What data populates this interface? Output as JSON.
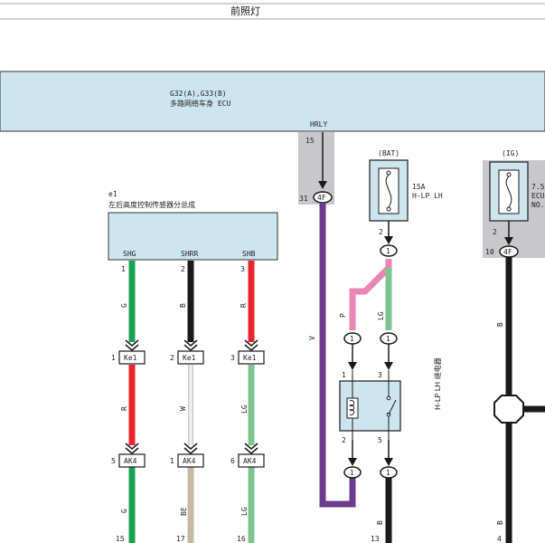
{
  "header": {
    "title": "前照灯"
  },
  "ecu": {
    "code": "G32(A),G33(B)",
    "name": "多路网络车身 ECU",
    "terminal": "HRLY",
    "pin": "15",
    "connector": "4F",
    "connector_pin": "31"
  },
  "sensor": {
    "code": "e1",
    "name": "左后高度控制传感器分总成",
    "pins": [
      {
        "name": "SHG",
        "num": "1"
      },
      {
        "name": "SHRR",
        "num": "2"
      },
      {
        "name": "SHB",
        "num": "3"
      }
    ]
  },
  "wires": {
    "col1": {
      "upper": "G",
      "mid": "R",
      "lower": "G"
    },
    "col2": {
      "upper": "B",
      "mid": "W",
      "lower": "BE"
    },
    "col3": {
      "upper": "R",
      "mid": "LG",
      "lower": "LG"
    },
    "v": "V",
    "p": "P",
    "lg": "LG",
    "b_relay": "B",
    "b_right": "B"
  },
  "connectors": {
    "ke1": {
      "label": "Ke1",
      "pins": [
        "1",
        "2",
        "3"
      ]
    },
    "ak4": {
      "label": "AK4",
      "pins": [
        "5",
        "1",
        "6"
      ]
    },
    "bottom_pins": [
      "15",
      "17",
      "16"
    ]
  },
  "fuse_bat": {
    "source": "(BAT)",
    "rating": "15A",
    "name": "H-LP LH",
    "pin": "2",
    "junction": "1"
  },
  "fuse_ig": {
    "source": "(IG)",
    "rating": "7.5",
    "name_line1": "ECU",
    "name_line2": "NO.",
    "pin": "2",
    "connector": "4F",
    "connector_pin": "10"
  },
  "relay": {
    "name": "H-LP LH 继电器",
    "pin_tl": "1",
    "pin_tr": "3",
    "pin_bl": "2",
    "pin_br": "5",
    "conn": "1"
  },
  "bottom": {
    "relay_pin": "13",
    "right_pin": "4"
  },
  "colors": {
    "green": "#1aa052",
    "red": "#e8262b",
    "black": "#1a1a1a",
    "white": "#f2f2f2",
    "beige": "#c7b7a3",
    "lightgreen": "#7dc58f",
    "violet": "#6e3a8e",
    "pink": "#e886b6",
    "panel": "#cde5ef",
    "gray": "#c8c8cc"
  }
}
